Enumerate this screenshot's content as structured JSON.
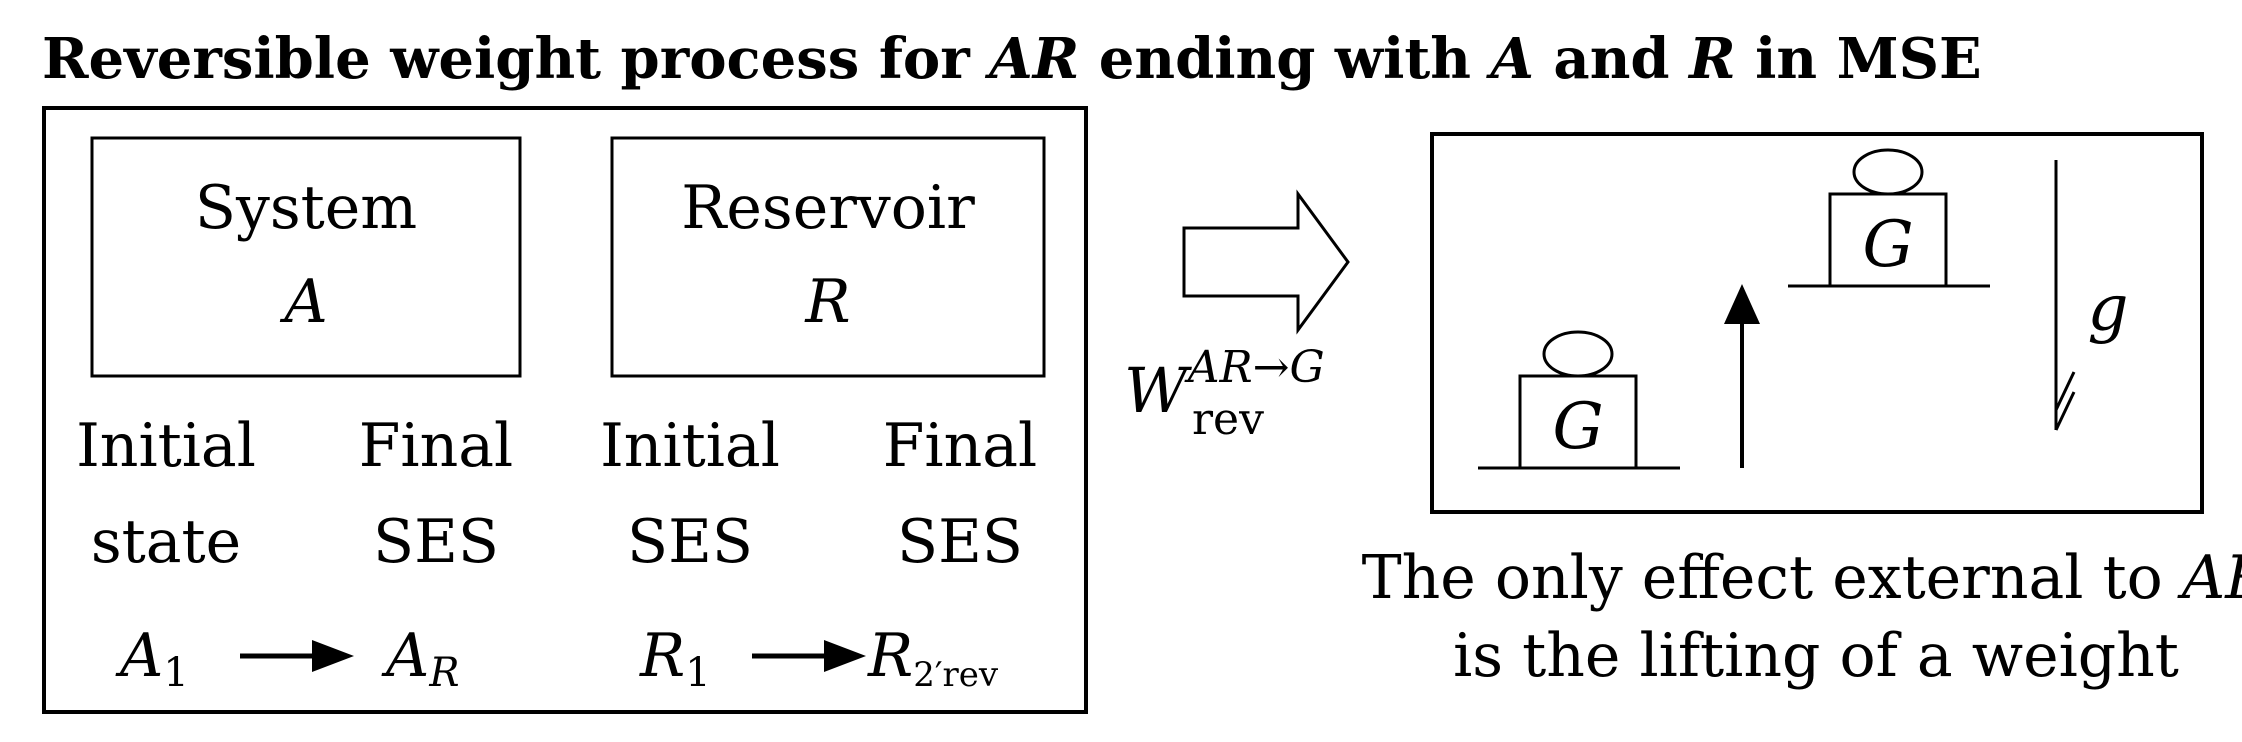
{
  "title": {
    "t1": "Reversible weight process for ",
    "v1": "AR",
    "t2": " ending with ",
    "v2": "A",
    "t3": " and ",
    "v3": "R",
    "t4": " in MSE"
  },
  "system_box": {
    "name": "System",
    "symbol": "A"
  },
  "reservoir_box": {
    "name": "Reservoir",
    "symbol": "R"
  },
  "states": {
    "a_initial_1": "Initial",
    "a_initial_2": "state",
    "a_final_1": "Final",
    "a_final_2": "SES",
    "r_initial_1": "Initial",
    "r_initial_2": "SES",
    "r_final_1": "Final",
    "r_final_2": "SES"
  },
  "transitions": {
    "a_from": "A",
    "a_from_sub": "1",
    "a_to": "A",
    "a_to_sub": "R",
    "r_from": "R",
    "r_from_sub": "1",
    "r_to": "R",
    "r_to_sub": "2′rev"
  },
  "work": {
    "symbol": "W",
    "superscript": "AR→G",
    "subscript": "rev"
  },
  "weight_panel": {
    "weight_label": "G",
    "gravity_label": "g"
  },
  "caption": {
    "line1_text": "The only effect external to ",
    "line1_var": "AR",
    "line2": "is the lifting of a weight"
  }
}
